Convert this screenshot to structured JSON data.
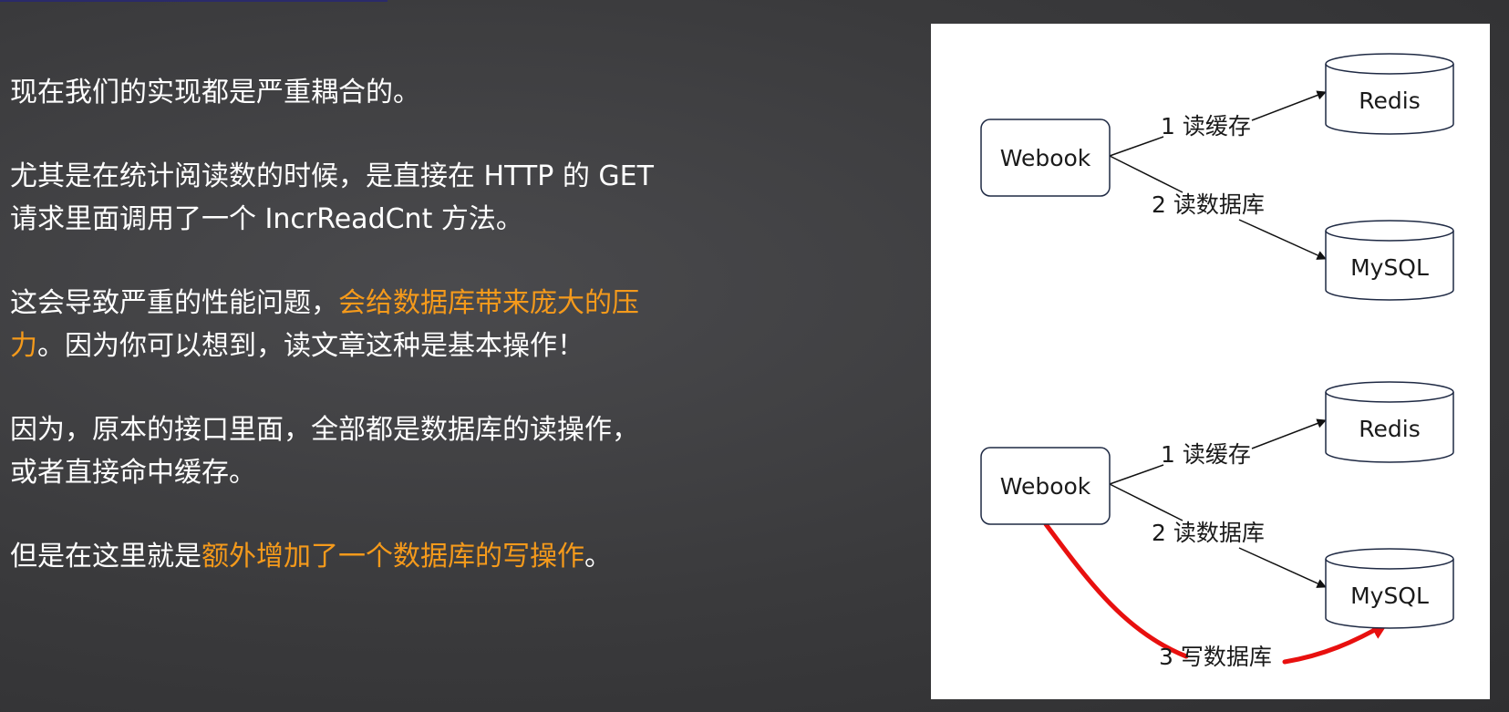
{
  "text": {
    "p1": "现在我们的实现都是严重耦合的。",
    "p2_line1": "尤其是在统计阅读数的时候，是直接在 HTTP 的 GET",
    "p2_line2": "请求里面调用了一个 IncrReadCnt 方法。",
    "p3_pre": "这会导致严重的性能问题，",
    "p3_hl1": "会给数据库带来庞大的压",
    "p3_hl2": "力",
    "p3_post": "。因为你可以想到，读文章这种是基本操作！",
    "p4_line1": "因为，原本的接口里面，全部都是数据库的读操作，",
    "p4_line2": "或者直接命中缓存。",
    "p5_pre": "但是在这里就是",
    "p5_hl": "额外增加了一个数据库的写操作",
    "p5_post": "。"
  },
  "diagram": {
    "top": {
      "service": "Webook",
      "cache": "Redis",
      "db": "MySQL",
      "edge_cache": "1  读缓存",
      "edge_db": "2  读数据库"
    },
    "bottom": {
      "service": "Webook",
      "cache": "Redis",
      "db": "MySQL",
      "edge_cache": "1  读缓存",
      "edge_db": "2  读数据库",
      "edge_write": "3  写数据库"
    },
    "colors": {
      "highlight": "#f59a1b",
      "write_arrow": "#e8100f",
      "stroke": "#1f2a44"
    }
  }
}
